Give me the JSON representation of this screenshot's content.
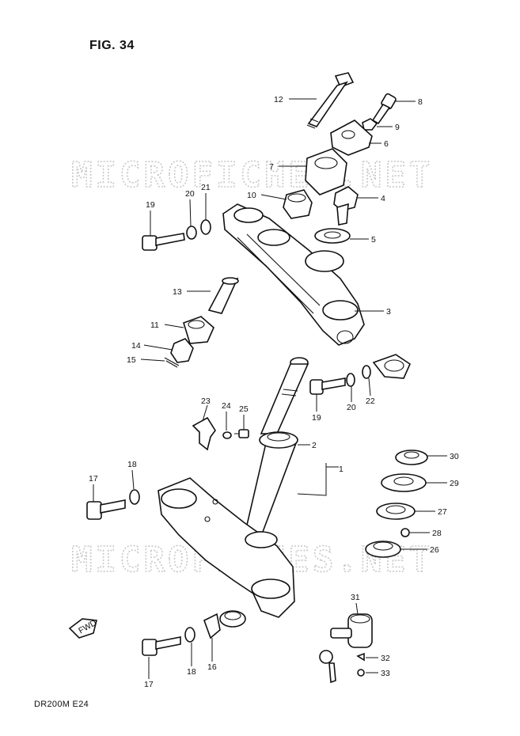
{
  "figure": {
    "title": "FIG. 34",
    "model_code": "DR200M E24",
    "watermark": "MICROFICHES.NET",
    "direction_marker": "FWD"
  },
  "callouts": [
    "1",
    "2",
    "3",
    "4",
    "5",
    "6",
    "7",
    "8",
    "9",
    "10",
    "11",
    "12",
    "13",
    "14",
    "15",
    "16",
    "17",
    "17",
    "18",
    "18",
    "19",
    "19",
    "20",
    "20",
    "21",
    "22",
    "23",
    "24",
    "25",
    "26",
    "27",
    "28",
    "29",
    "30",
    "31",
    "32",
    "33"
  ],
  "colors": {
    "line": "#111111",
    "watermark": "#c8c8c8",
    "background": "#ffffff"
  }
}
